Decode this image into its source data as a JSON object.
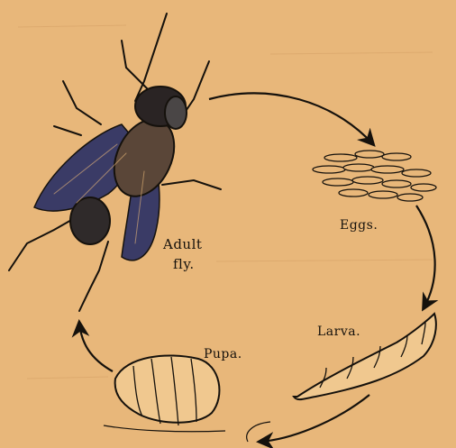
{
  "labels": {
    "adult": "Adult",
    "fly": "fly.",
    "eggs": "Eggs.",
    "larva": "Larva.",
    "pupa": "Pupa."
  },
  "colors": {
    "paper": "#e8b77a",
    "ink": "#15110c",
    "wing": "#3a3b66"
  }
}
